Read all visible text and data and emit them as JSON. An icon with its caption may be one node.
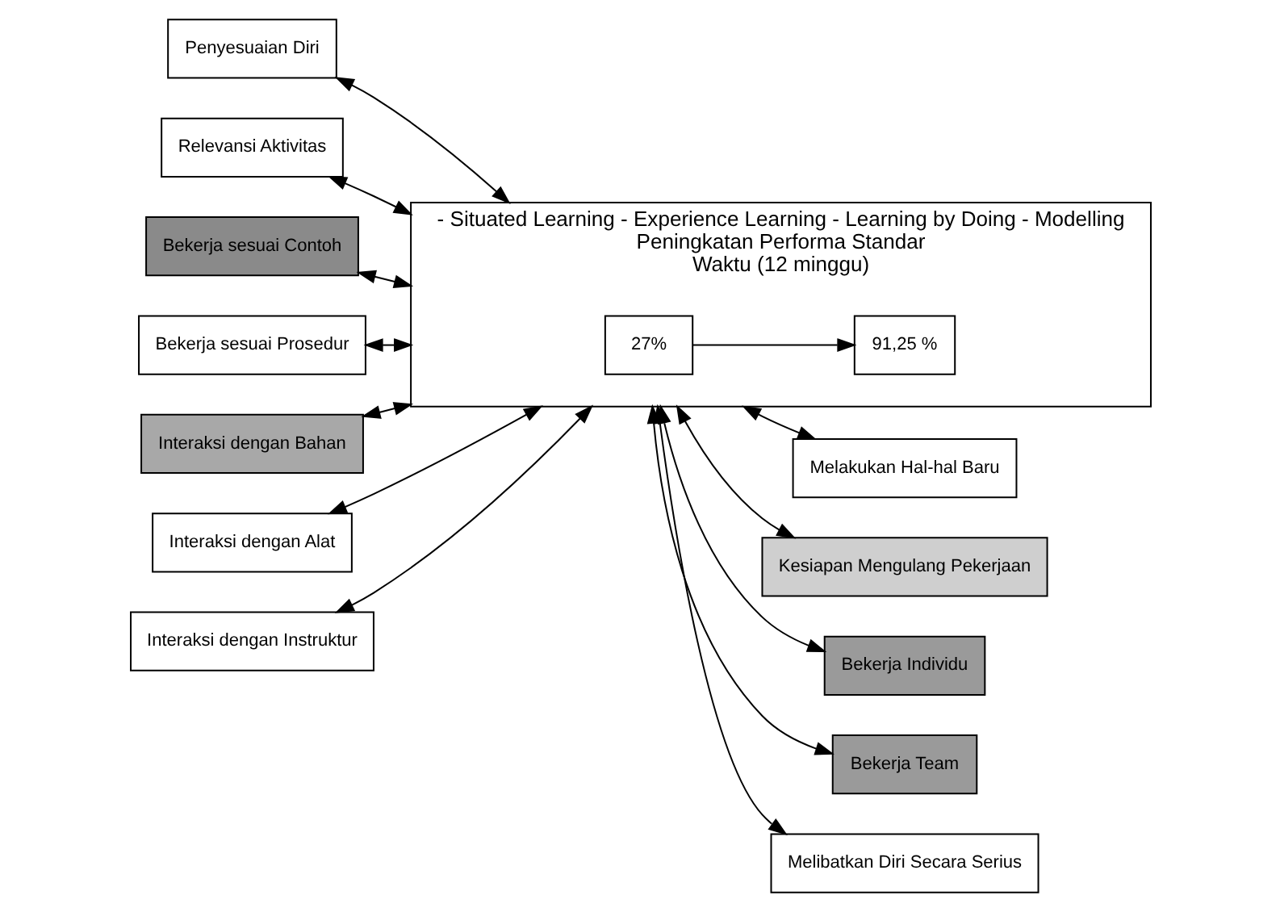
{
  "diagram": {
    "nodes": [
      {
        "text": [
          "- Situated Learning - Experience Learning - Learning by Doing - Modelling",
          "Peningkatan Performa Standar",
          "Waktu (12 minggu)"
        ]
      },
      {
        "text": [
          "91,25 %"
        ],
        "in": 0
      },
      {
        "text": [
          "27%"
        ],
        "in": 0
      },
      {
        "text": [
          "Penyesuaian Diri"
        ]
      },
      {
        "text": [
          "Relevansi Aktivitas"
        ]
      },
      {
        "text": [
          "Melakukan Hal-hal Baru"
        ]
      },
      {
        "text": [
          "Kesiapan Mengulang Pekerjaan"
        ]
      },
      {
        "text": [
          "Bekerja sesuai Contoh"
        ]
      },
      {
        "text": [
          "Bekerja Individu"
        ]
      },
      {
        "text": [
          "Bekerja sesuai Prosedur"
        ]
      },
      {
        "text": [
          "Bekerja Team"
        ]
      },
      {
        "text": [
          "Interaksi dengan Bahan"
        ]
      },
      {
        "text": [
          "Melibatkan Diri Secara Serius"
        ]
      },
      {
        "text": [
          "Interaksi dengan Alat"
        ]
      },
      {
        "text": [
          "Interaksi dengan Instruktur"
        ]
      }
    ],
    "edges": [
      {
        "from": 2,
        "to": 1,
        "arrow": "to"
      },
      {
        "from": 3,
        "to": 0,
        "arrow": "both"
      },
      {
        "from": 4,
        "to": 0,
        "arrow": "both"
      },
      {
        "from": 0,
        "to": 5,
        "arrow": "both"
      },
      {
        "from": 0,
        "to": 6,
        "arrow": "both"
      },
      {
        "from": 7,
        "to": 0,
        "arrow": "both"
      },
      {
        "from": 0,
        "to": 8,
        "arrow": "both"
      },
      {
        "from": 9,
        "to": 0,
        "arrow": "both"
      },
      {
        "from": 0,
        "to": 10,
        "arrow": "both"
      },
      {
        "from": 11,
        "to": 0,
        "arrow": "both"
      },
      {
        "from": 0,
        "to": 12,
        "arrow": "both"
      },
      {
        "from": 13,
        "to": 0,
        "arrow": "both"
      },
      {
        "from": 14,
        "to": 0,
        "arrow": "both"
      }
    ]
  }
}
